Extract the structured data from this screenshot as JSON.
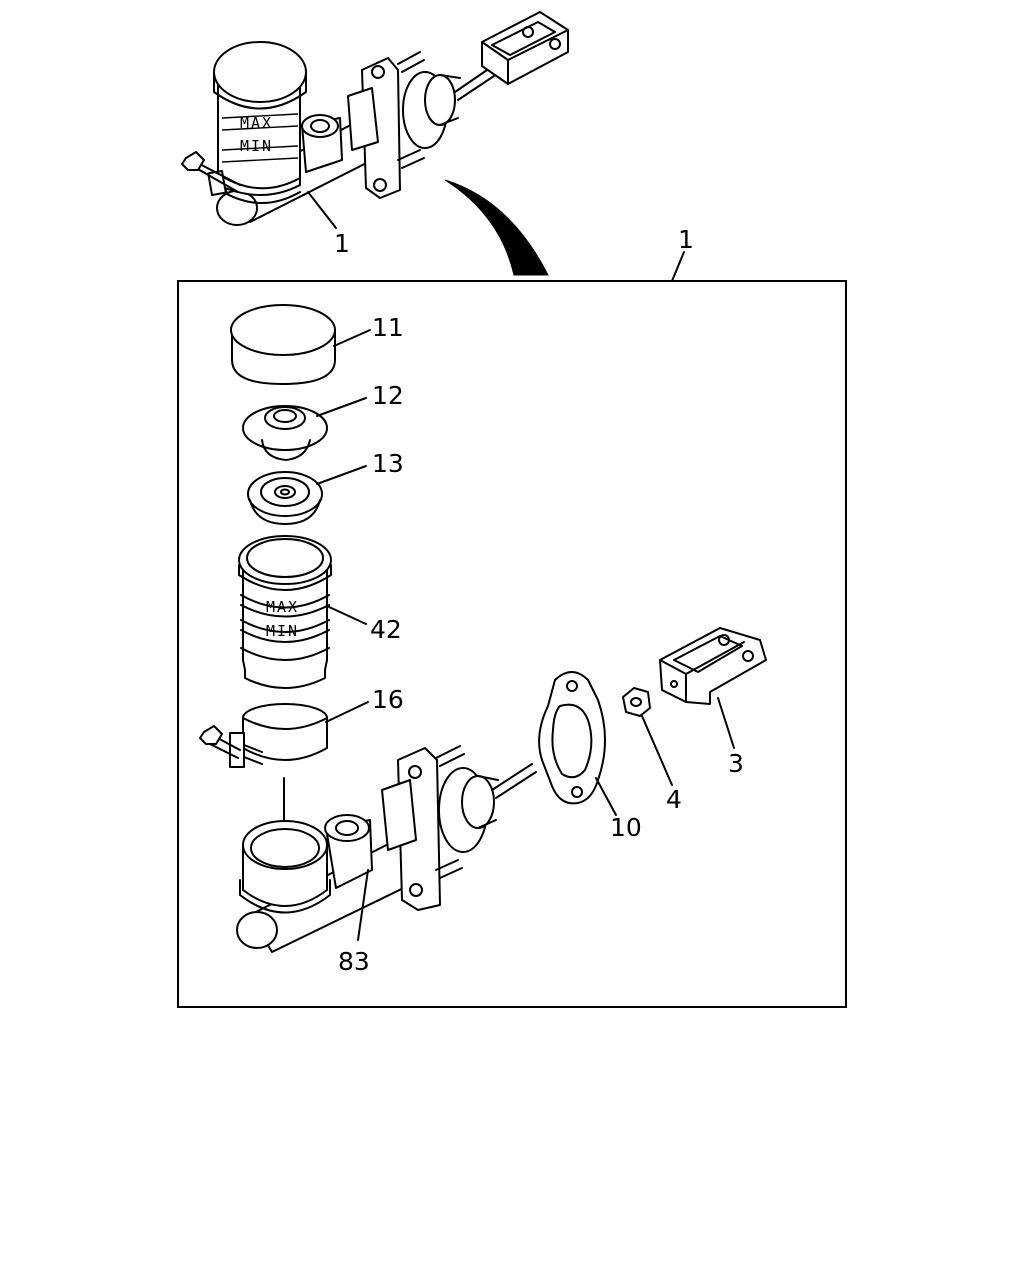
{
  "diagram": {
    "callouts": {
      "assembly_top": "1",
      "assembly_box": "1",
      "cap": "11",
      "diaphragm": "12",
      "seal": "13",
      "reservoir": "42",
      "band": "16",
      "clevis": "3",
      "nut": "4",
      "gasket": "10",
      "cylinder_body": "83"
    },
    "reservoir_marks": {
      "max": "MAX",
      "min": "MIN"
    }
  }
}
